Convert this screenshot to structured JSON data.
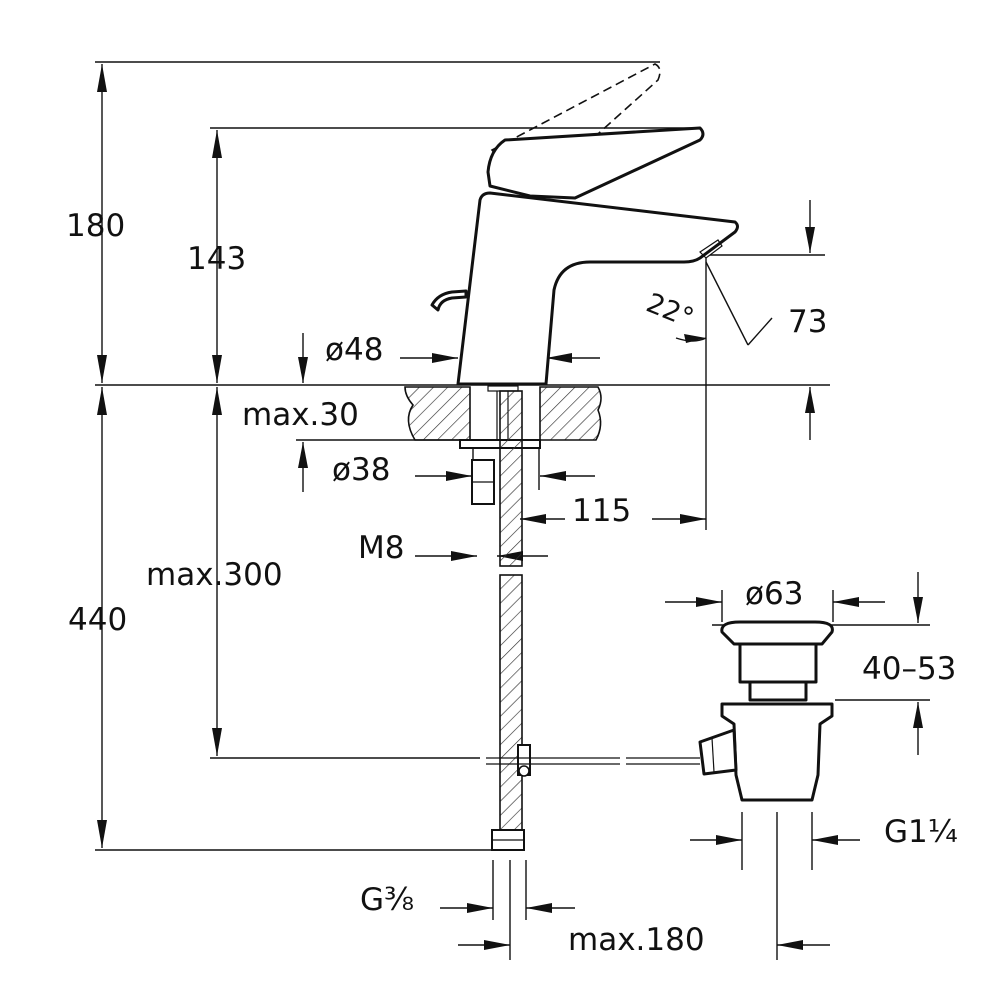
{
  "drawing": {
    "labels": {
      "h_total": "180",
      "h_spout": "143",
      "dia_body": "ø48",
      "angle": "22°",
      "spout_drop": "73",
      "max_deck": "max.30",
      "dia_hole": "ø38",
      "projection": "115",
      "stud": "M8",
      "max_hose": "max.300",
      "below_deck": "440",
      "dia_waste": "ø63",
      "waste_range": "40–53",
      "waste_thread": "G1¼",
      "hose_thread": "G⅜",
      "max_rod": "max.180"
    },
    "line_color": "#111111",
    "hatch_color": "#333333"
  }
}
